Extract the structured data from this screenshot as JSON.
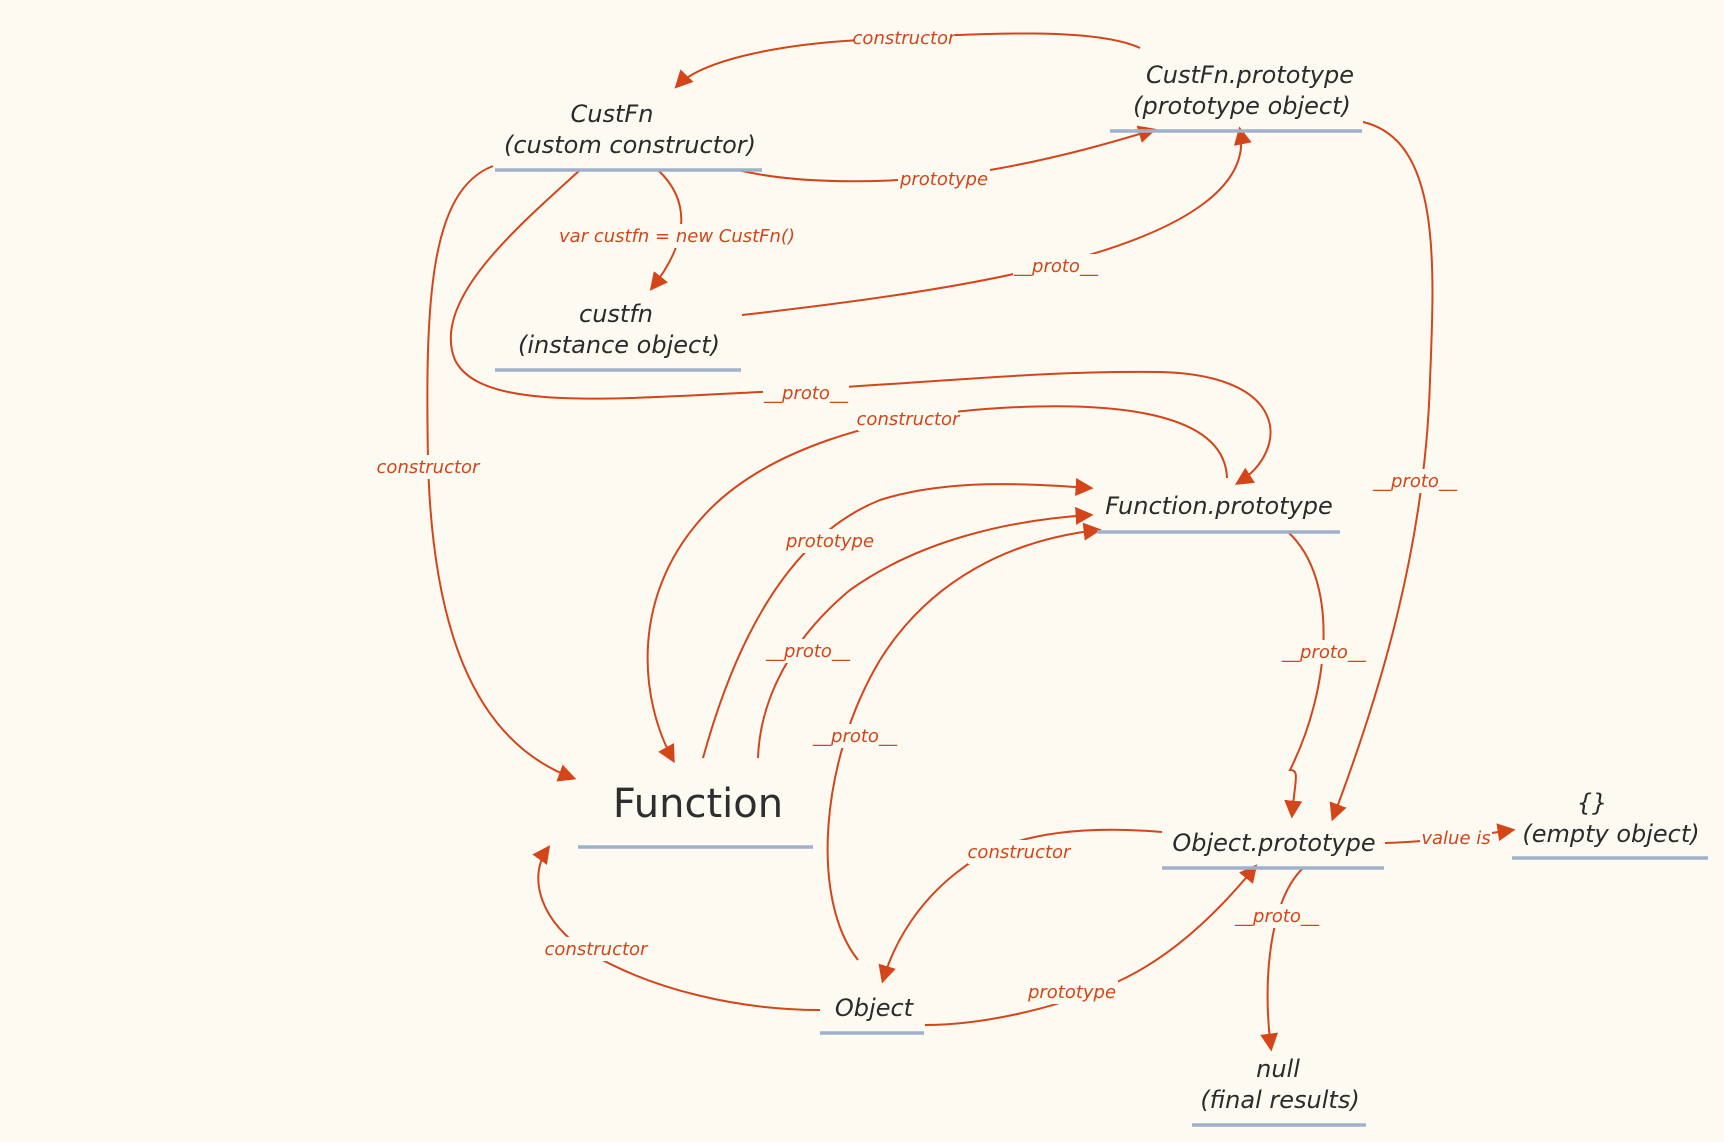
{
  "nodes": {
    "custfn_constructor": {
      "line1": "CustFn",
      "line2": "(custom constructor)"
    },
    "custfn_prototype": {
      "line1": "CustFn.prototype",
      "line2": "(prototype object)"
    },
    "custfn_instance": {
      "line1": "custfn",
      "line2": "(instance object)"
    },
    "function_prototype": {
      "line1": "Function.prototype"
    },
    "function": {
      "line1": "Function"
    },
    "object_prototype": {
      "line1": "Object.prototype"
    },
    "empty_object": {
      "line1": "{}",
      "line2": "(empty object)"
    },
    "object": {
      "line1": "Object"
    },
    "null": {
      "line1": "null",
      "line2": "(final results)"
    }
  },
  "edges": {
    "constructor_top": "constructor",
    "prototype_top": "prototype",
    "new_instance": "var custfn = new CustFn()",
    "proto_instance": "__proto__",
    "proto_custfn": "__proto__",
    "constructor_funcproto": "constructor",
    "constructor_left": "constructor",
    "proto_custproto": "__proto__",
    "prototype_function": "prototype",
    "proto_function": "__proto__",
    "proto_object": "__proto__",
    "proto_funcproto": "__proto__",
    "constructor_objproto": "constructor",
    "value_is": "value is",
    "proto_objproto": "__proto__",
    "constructor_object": "constructor",
    "prototype_object": "prototype"
  },
  "colors": {
    "edge": "#d4451a",
    "underline": "#9fb1cc",
    "background": "#fdfaf2",
    "text": "#2b2b2b"
  }
}
